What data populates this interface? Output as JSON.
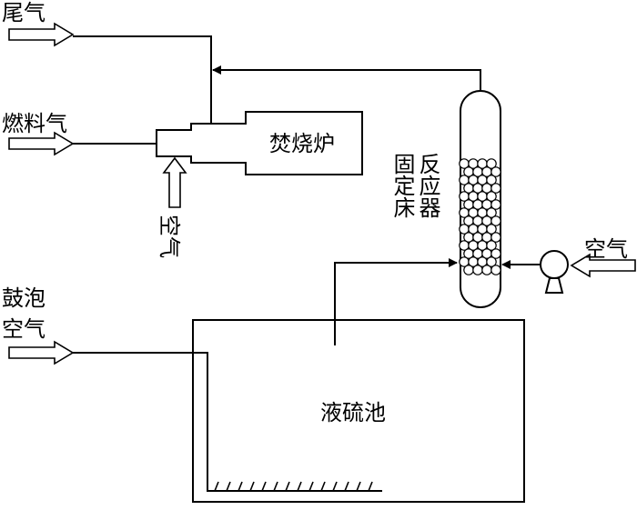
{
  "labels": {
    "tail_gas": "尾气",
    "fuel_gas": "燃料气",
    "incinerator": "焚烧炉",
    "incinerator_air": "空气",
    "reactor_col1": "反应器",
    "reactor_col2": "固定床",
    "pump_air": "空气",
    "bubbling_air_line1": "鼓泡",
    "bubbling_air_line2": "空气",
    "sulfur_pool": "液硫池"
  },
  "colors": {
    "stroke": "#000000",
    "background": "#ffffff"
  }
}
